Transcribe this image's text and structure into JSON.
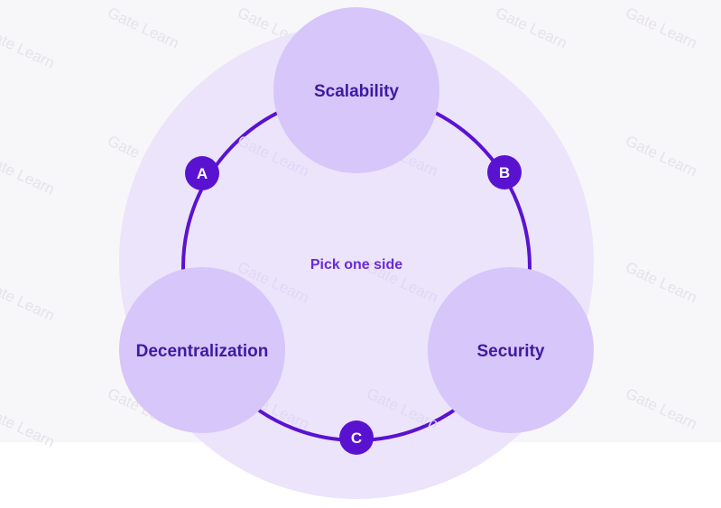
{
  "diagram": {
    "center_label": "Pick one side",
    "nodes": [
      {
        "id": "scalability",
        "label": "Scalability"
      },
      {
        "id": "security",
        "label": "Security"
      },
      {
        "id": "decentralization",
        "label": "Decentralization"
      }
    ],
    "edges": [
      {
        "label": "A",
        "from": "scalability",
        "to": "decentralization"
      },
      {
        "label": "B",
        "from": "scalability",
        "to": "security"
      },
      {
        "label": "C",
        "from": "decentralization",
        "to": "security"
      }
    ]
  },
  "watermark": "Gate Learn",
  "colors": {
    "background": "#f7f6f9",
    "outer_disc": "#ebe4fb",
    "node_fill": "#d7c6f9",
    "ring_stroke": "#5a12d1",
    "badge_fill": "#5a12d1",
    "node_text": "#3f1aa0",
    "center_text": "#6a2bd6"
  }
}
